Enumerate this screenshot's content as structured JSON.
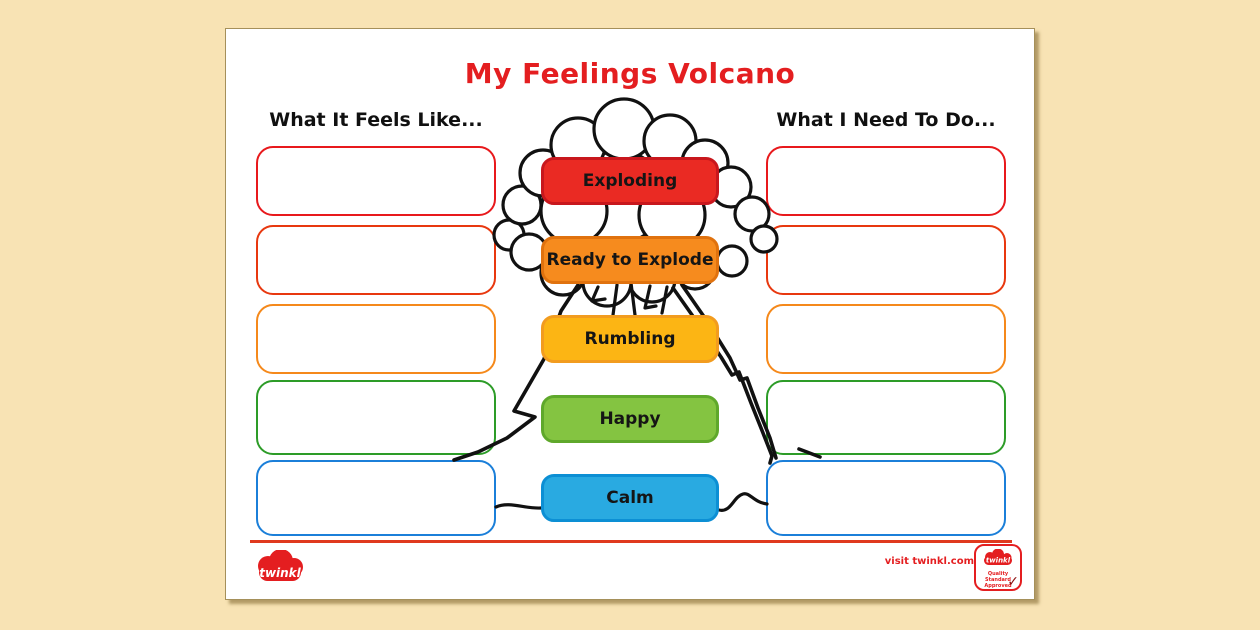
{
  "title": "My Feelings Volcano",
  "columns": {
    "left": "What It Feels Like...",
    "right": "What I Need To Do..."
  },
  "rows": [
    {
      "feeling": "Exploding",
      "button_fill": "#ea2a23",
      "button_border": "#c8171d",
      "box_border": "#e8191c"
    },
    {
      "feeling": "Ready to Explode",
      "button_fill": "#f68b1e",
      "button_border": "#e0720e",
      "box_border": "#e8380f"
    },
    {
      "feeling": "Rumbling",
      "button_fill": "#fcb514",
      "button_border": "#f29c1f",
      "box_border": "#f5891b"
    },
    {
      "feeling": "Happy",
      "button_fill": "#84c441",
      "button_border": "#5fa82b",
      "box_border": "#2d9c28"
    },
    {
      "feeling": "Calm",
      "button_fill": "#29aae1",
      "button_border": "#0c8fd4",
      "box_border": "#1b7fd9"
    }
  ],
  "footer": {
    "logo": "twinkl",
    "visit": "visit twinkl.com",
    "badge": {
      "logo": "twinkl",
      "line1": "Quality Standard",
      "line2": "Approved",
      "check": "✓"
    }
  },
  "colors": {
    "canvas_bg": "#f8e3b4",
    "page_bg": "#ffffff",
    "title": "#e41e20",
    "footer_rule": "#e0391e",
    "brand_red": "#e41e20",
    "text_ink": "#151515"
  }
}
